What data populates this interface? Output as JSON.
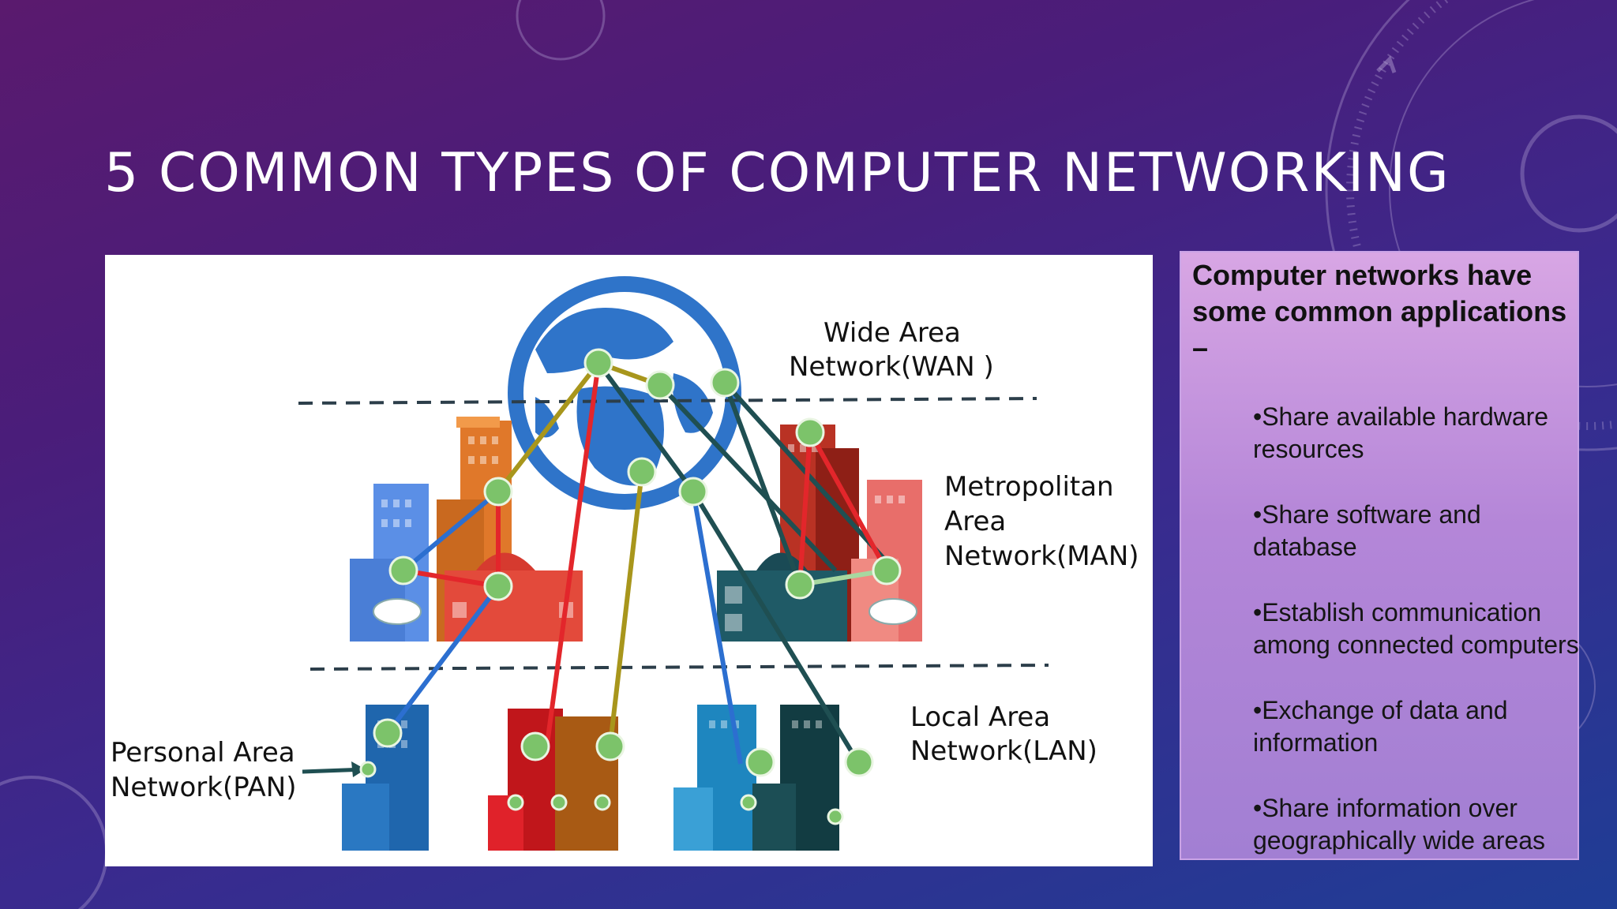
{
  "slide": {
    "title": "5 COMMON TYPES OF COMPUTER NETWORKING",
    "colors": {
      "background_top": "#5a1a6e",
      "background_bottom": "#1f3d95",
      "title": "#ffffff",
      "panel": "#b486d8"
    }
  },
  "diagram": {
    "labels": {
      "wan": [
        "Wide Area",
        "Network(WAN )"
      ],
      "man": [
        "Metropolitan",
        "Area",
        "Network(MAN)"
      ],
      "lan": [
        "Local Area",
        "Network(LAN)"
      ],
      "pan": [
        "Personal Area",
        "Network(PAN)"
      ]
    },
    "colors": {
      "node": "#7cc36a",
      "globe": "#2f74c9",
      "red_link": "#e3262b",
      "blue_link": "#2c6fd0",
      "yellow_link": "#a8961c",
      "teal_link": "#1f4f52"
    }
  },
  "applications": {
    "heading": "Computer networks have some common applications –",
    "items": [
      "•Share available hardware resources",
      "•Share software and database",
      "•Establish communication among connected computers",
      "•Exchange of data and information",
      "•Share information over geographically wide areas"
    ]
  }
}
